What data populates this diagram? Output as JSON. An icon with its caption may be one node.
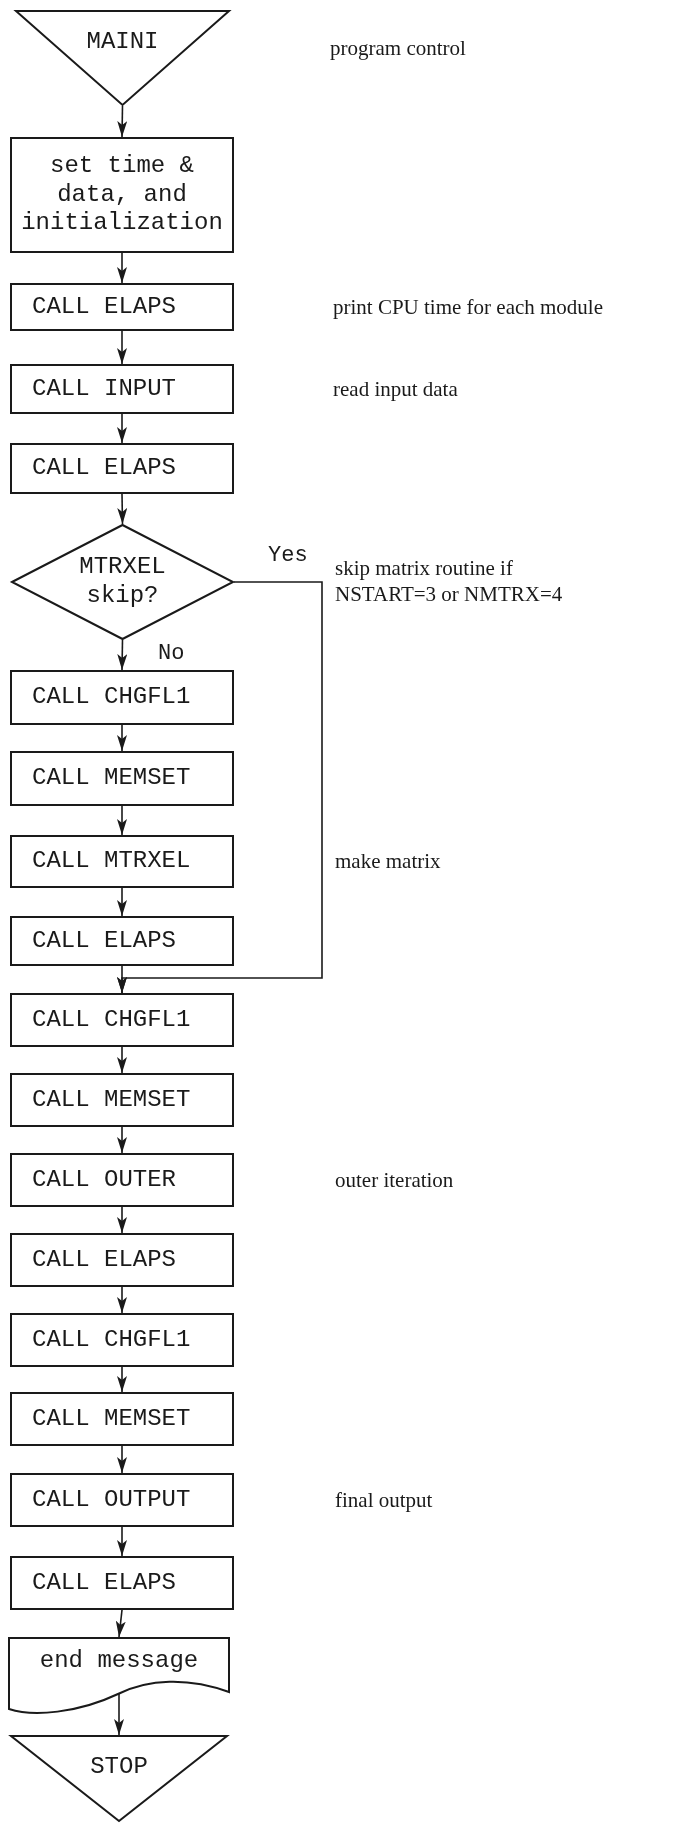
{
  "diagram": {
    "nodes": [
      {
        "text": [
          "MAINI"
        ]
      },
      {
        "text": [
          "set time & data, and initialization"
        ]
      },
      {
        "text": [
          "CALL ELAPS"
        ]
      },
      {
        "text": [
          "CALL INPUT"
        ]
      },
      {
        "text": [
          "CALL ELAPS"
        ]
      },
      {
        "text": [
          "MTRXEL skip?"
        ]
      },
      {
        "text": [
          "CALL CHGFL1"
        ]
      },
      {
        "text": [
          "CALL MEMSET"
        ]
      },
      {
        "text": [
          "CALL MTRXEL"
        ]
      },
      {
        "text": [
          "CALL ELAPS"
        ]
      },
      {
        "text": [
          "CALL CHGFL1"
        ]
      },
      {
        "text": [
          "CALL MEMSET"
        ]
      },
      {
        "text": [
          "CALL OUTER"
        ]
      },
      {
        "text": [
          "CALL ELAPS"
        ]
      },
      {
        "text": [
          "CALL CHGFL1"
        ]
      },
      {
        "text": [
          "CALL MEMSET"
        ]
      },
      {
        "text": [
          "CALL OUTPUT"
        ]
      },
      {
        "text": [
          "CALL ELAPS"
        ]
      },
      {
        "text": [
          "end message"
        ]
      },
      {
        "text": [
          "STOP"
        ]
      }
    ],
    "edges": [
      {
        "from": 0,
        "to": 1,
        "arrow": "to"
      },
      {
        "from": 1,
        "to": 2,
        "arrow": "to"
      },
      {
        "from": 2,
        "to": 3,
        "arrow": "to"
      },
      {
        "from": 3,
        "to": 4,
        "arrow": "to"
      },
      {
        "from": 4,
        "to": 5,
        "arrow": "to"
      },
      {
        "from": 5,
        "to": 6,
        "arrow": "to",
        "label": "No"
      },
      {
        "from": 5,
        "to": 10,
        "arrow": "to",
        "label": "Yes"
      },
      {
        "from": 6,
        "to": 7,
        "arrow": "to"
      },
      {
        "from": 7,
        "to": 8,
        "arrow": "to"
      },
      {
        "from": 8,
        "to": 9,
        "arrow": "to"
      },
      {
        "from": 9,
        "to": 10,
        "arrow": "to"
      },
      {
        "from": 10,
        "to": 11,
        "arrow": "to"
      },
      {
        "from": 11,
        "to": 12,
        "arrow": "to"
      },
      {
        "from": 12,
        "to": 13,
        "arrow": "to"
      },
      {
        "from": 13,
        "to": 14,
        "arrow": "to"
      },
      {
        "from": 14,
        "to": 15,
        "arrow": "to"
      },
      {
        "from": 15,
        "to": 16,
        "arrow": "to"
      },
      {
        "from": 16,
        "to": 17,
        "arrow": "to"
      },
      {
        "from": 17,
        "to": 18,
        "arrow": "to"
      },
      {
        "from": 18,
        "to": 19,
        "arrow": "to"
      }
    ],
    "labels": [
      "program control",
      "print CPU time for each module",
      "read input data",
      "skip matrix routine if NSTART=3 or NMTRX=4",
      "make matrix",
      "outer iteration",
      "final output"
    ]
  }
}
